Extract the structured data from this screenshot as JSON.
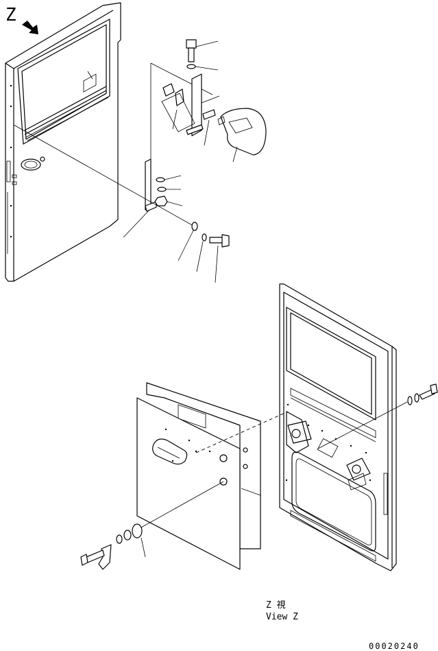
{
  "view_marker": {
    "letter": "Z"
  },
  "caption": {
    "jp": "Z  視",
    "en": "View Z"
  },
  "drawing_number": "00020240"
}
